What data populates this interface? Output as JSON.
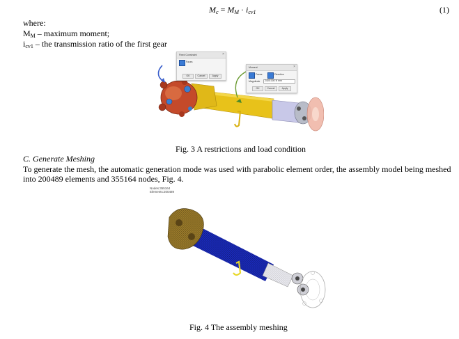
{
  "equation": {
    "lhs": "M",
    "lhs_sub": "c",
    "equals": "=",
    "rhs1": "M",
    "rhs1_sub": "M",
    "dot": "·",
    "rhs2": "i",
    "rhs2_sub": "cv1",
    "number": "(1)"
  },
  "where_block": {
    "where": "where:",
    "line1_sym": "M",
    "line1_sub": "M",
    "line1_text": " – maximum moment;",
    "line2_sym": "i",
    "line2_sub": "cv1",
    "line2_text": " – the transmission ratio of the first gear"
  },
  "figure3": {
    "caption": "Fig. 3  A restrictions and load condition",
    "dialog_left": {
      "title": "Fixed Constraint",
      "option": "Faces",
      "ok": "OK",
      "cancel": "Cancel",
      "apply": "Apply"
    },
    "dialog_right": {
      "title": "Moment",
      "option1": "Faces",
      "option2": "Direction",
      "field_label": "Magnitude",
      "field_value": "2400.000 N mm",
      "ok": "OK",
      "cancel": "Cancel",
      "apply": "Apply"
    },
    "colors": {
      "flange_left": "#c44a2a",
      "tube": "#e8c21a",
      "joint_right": "#b8bcc8",
      "flange_right": "#f0b8a8",
      "arrow": "#3a5fcc",
      "arrow_green": "#6a9a30"
    }
  },
  "section_c": {
    "heading": "C.  Generate Meshing",
    "paragraph": "To generate the mesh, the automatic generation mode was used with parabolic element order, the assembly model being meshed into 200489 elements and 355164 nodes, Fig. 4."
  },
  "figure4": {
    "info_line1": "Nodes:355164",
    "info_line2": "Elements:200489",
    "caption": "Fig. 4  The assembly meshing",
    "colors": {
      "yoke": "#9a7a2a",
      "tube": "#1a2ab8",
      "pin": "#e8d82a",
      "joint": "#d8d8d8"
    }
  }
}
